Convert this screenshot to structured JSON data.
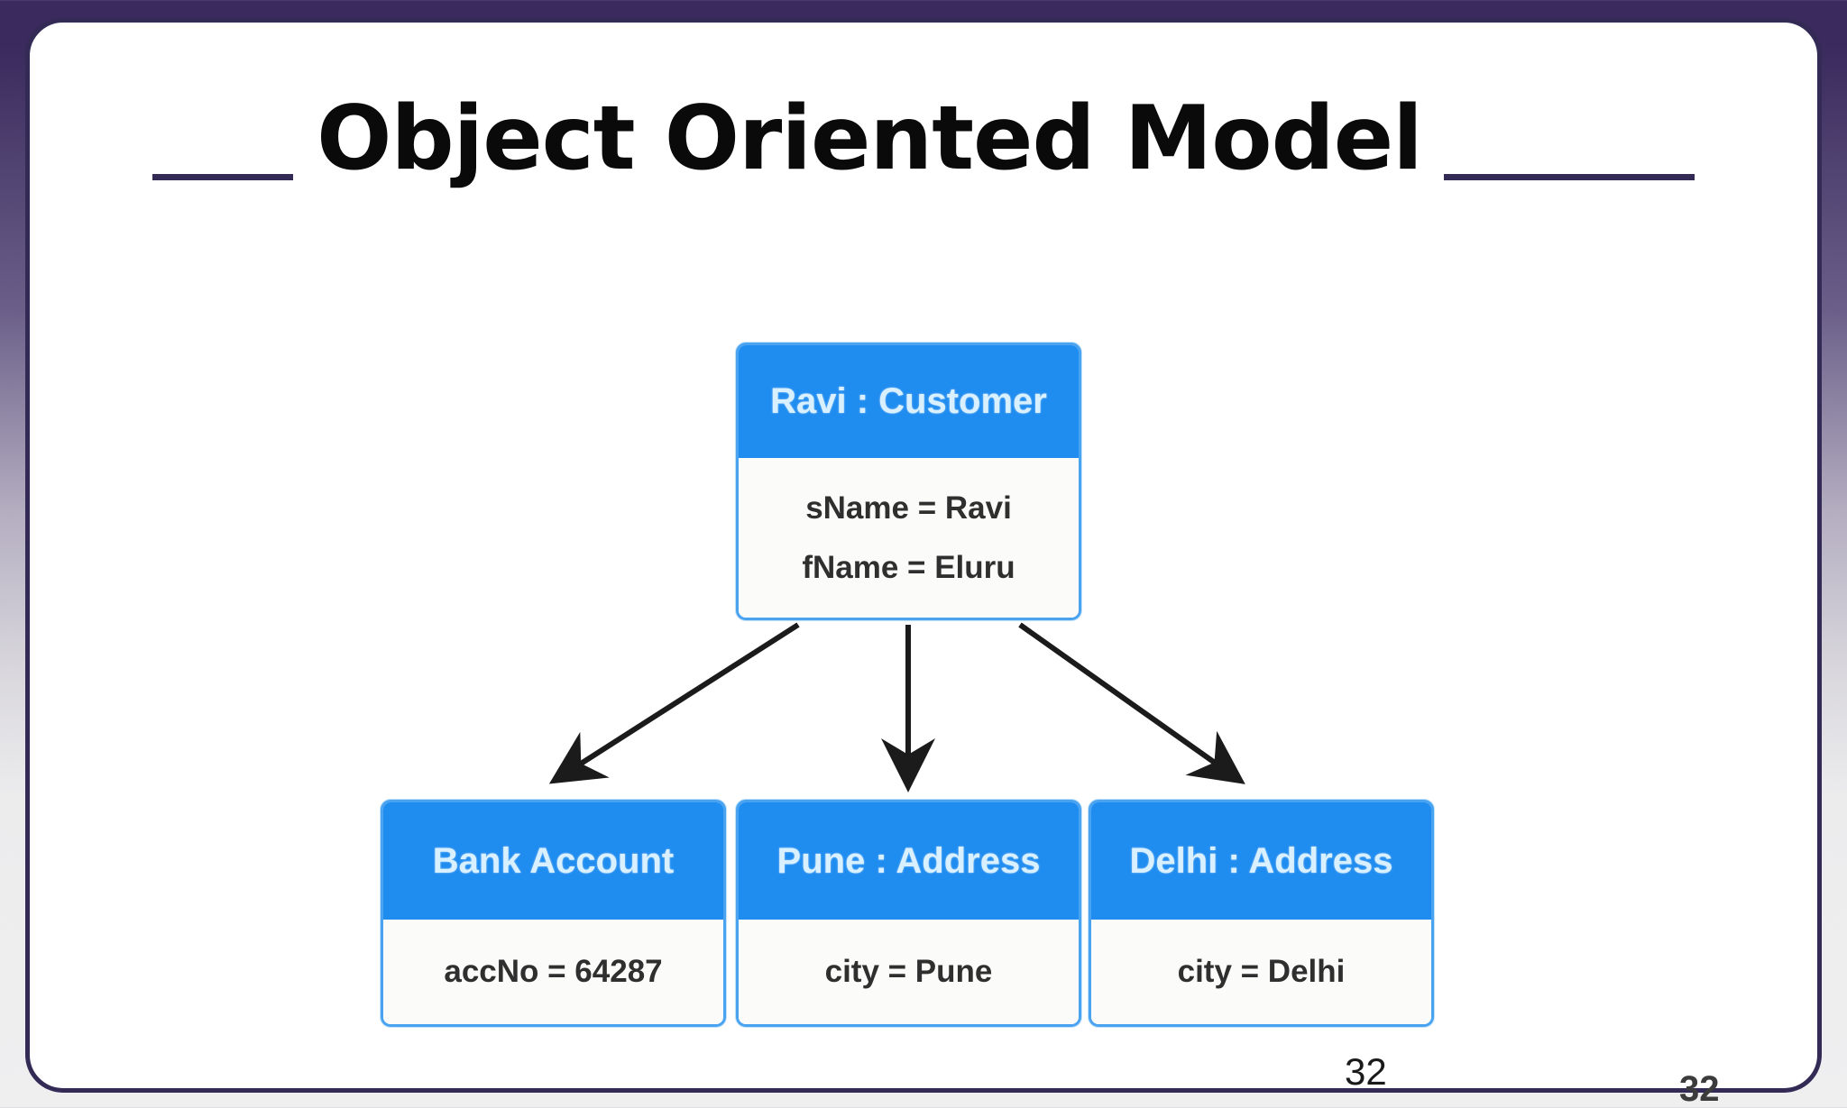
{
  "slide": {
    "title": "Object Oriented Model",
    "page_number": "32",
    "page_number_footer": "32",
    "accent_color": "#332a55",
    "box_header_color": "#1f8cf0",
    "box_border_color": "#4aa3f0",
    "background_top_color": "#3a2a5d",
    "background_bottom_color": "#efeff0"
  },
  "diagram": {
    "type": "object-diagram",
    "root": {
      "header": "Ravi : Customer",
      "attributes": [
        "sName = Ravi",
        "fName = Eluru"
      ]
    },
    "children": [
      {
        "header": "Bank Account",
        "attributes": [
          "accNo = 64287"
        ]
      },
      {
        "header": "Pune : Address",
        "attributes": [
          "city = Pune"
        ]
      },
      {
        "header": "Delhi : Address",
        "attributes": [
          "city = Delhi"
        ]
      }
    ],
    "edges": [
      {
        "from": "Ravi : Customer",
        "to": "Bank Account",
        "style": "arrow"
      },
      {
        "from": "Ravi : Customer",
        "to": "Pune : Address",
        "style": "arrow"
      },
      {
        "from": "Ravi : Customer",
        "to": "Delhi : Address",
        "style": "arrow"
      }
    ]
  }
}
